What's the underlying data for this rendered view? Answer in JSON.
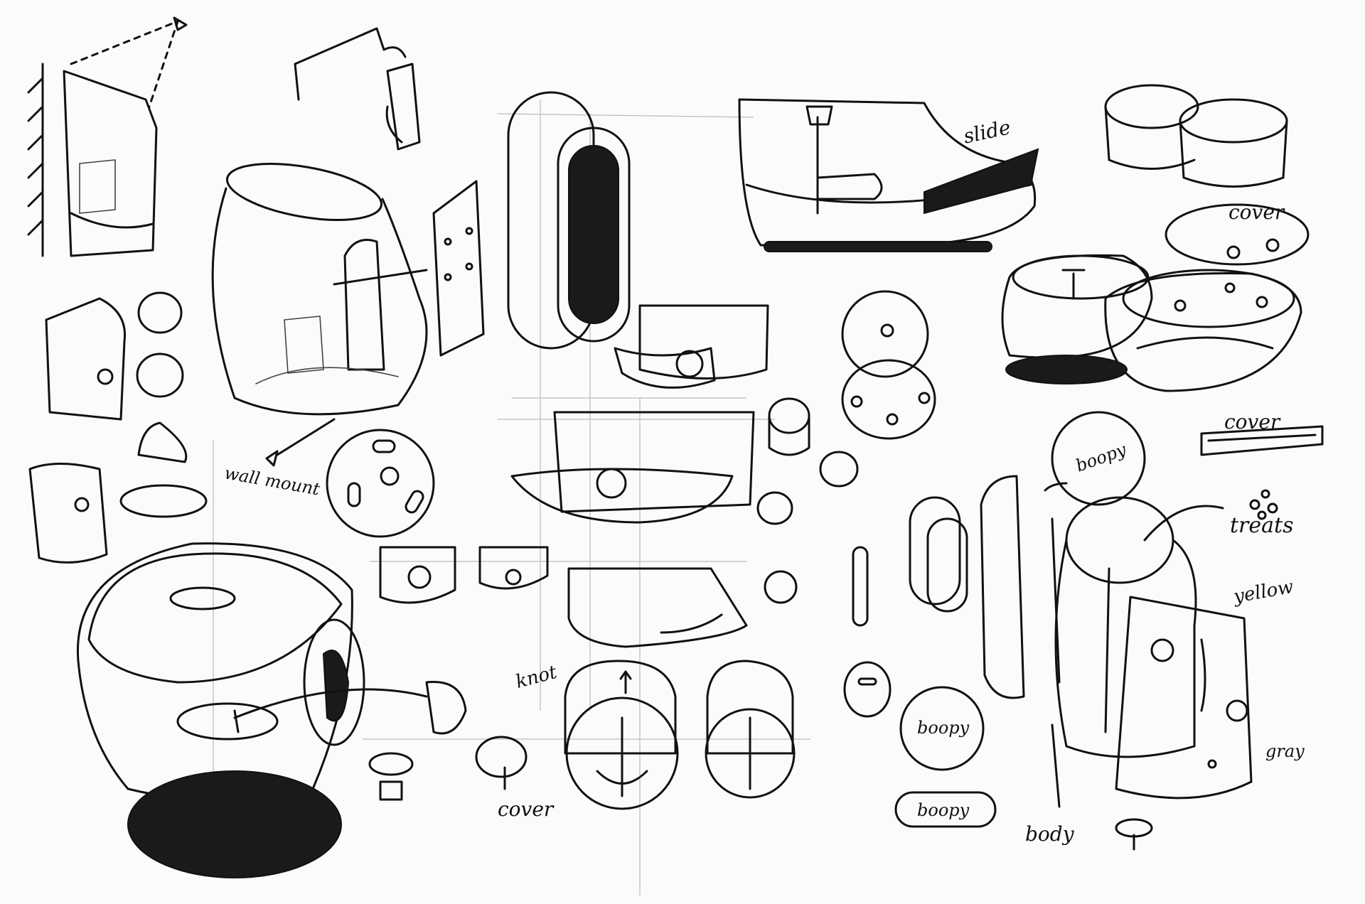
{
  "annotations": {
    "slide": "slide",
    "cover_top": "cover",
    "cover_mid": "cover",
    "treats": "treats",
    "wall_mount": "wall mount",
    "knot": "knot",
    "cover_bottom": "cover",
    "yellow": "yellow",
    "gray": "gray",
    "body": "body",
    "boopy_disc_top": "boopy",
    "boopy_disc_low": "boopy",
    "boopy_pill": "boopy"
  },
  "colors": {
    "ink": "#111111",
    "paper": "#fbfbfa",
    "guide": "#bbbbbb"
  }
}
